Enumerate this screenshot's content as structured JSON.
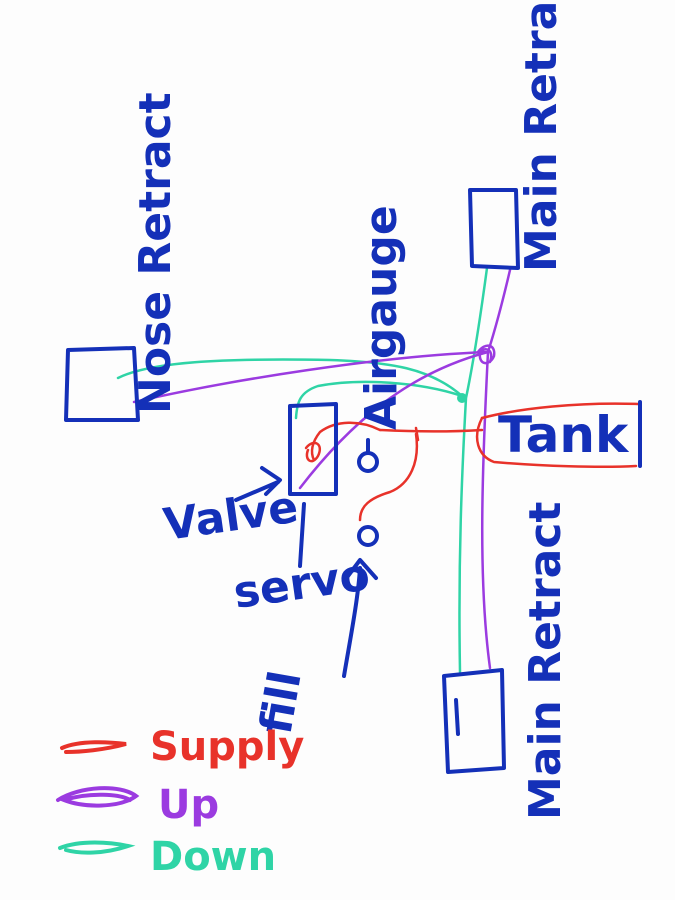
{
  "diagram": {
    "components": {
      "main_retract_top": "Main Retract",
      "main_retract_bottom": "Main Retract",
      "nose_retract": "Nose Retract",
      "tank": "Tank",
      "airgauge": "Airgauge",
      "valve": "Valve",
      "servo": "servo",
      "fill": "fill"
    },
    "legend": [
      {
        "key": "supply",
        "label": "Supply",
        "color": "#e8322a"
      },
      {
        "key": "up",
        "label": "Up",
        "color": "#9b3be0"
      },
      {
        "key": "down",
        "label": "Down",
        "color": "#2fd4a6"
      }
    ],
    "colors": {
      "ink": "#1430b8",
      "supply": "#e8322a",
      "up": "#9b3be0",
      "down": "#2fd4a6",
      "background": "#fdfdfd"
    }
  }
}
